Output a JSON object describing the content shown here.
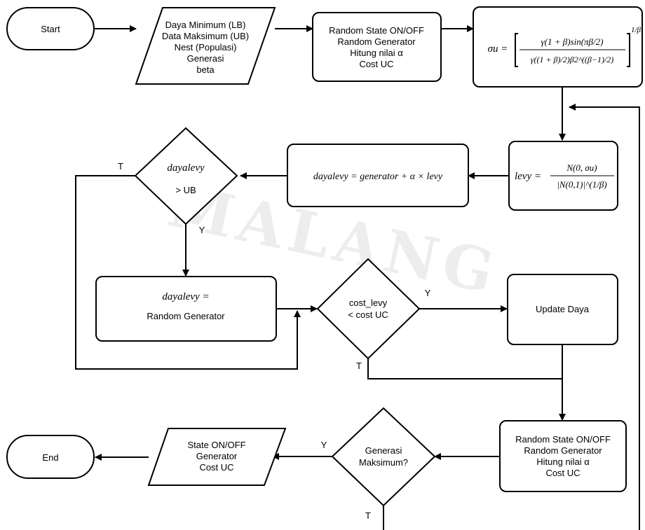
{
  "watermark": "MALANG",
  "nodes": {
    "start": "Start",
    "end": "End",
    "input": [
      "Daya Minimum (LB)",
      "Data Maksimum (UB)",
      "Nest (Populasi)",
      "Generasi",
      "beta"
    ],
    "init": [
      "Random State ON/OFF",
      "Random Generator",
      "Hitung nilai α",
      "Cost UC"
    ],
    "sigma": {
      "lhs": "σu =",
      "numerator": "γ(1 + β)sin(πβ/2)",
      "denominator": "γ((1 + β)/2)β2^((β−1)/2)",
      "exponent": "1/β"
    },
    "levy": {
      "lhs": "levy =",
      "numerator": "N(0, σu)",
      "denominator": "|N(0,1)|^(1/β)"
    },
    "update_daya_levy": "dayalevy = generator + α × levy",
    "decision_ub": {
      "line1": "dayalevy",
      "line2": "> UB"
    },
    "random_gen": {
      "line1": "dayalevy =",
      "line2": "Random Generator"
    },
    "decision_cost": [
      "cost_levy",
      "< cost UC"
    ],
    "update_daya": "Update Daya",
    "recompute": [
      "Random State ON/OFF",
      "Random Generator",
      "Hitung nilai α",
      "Cost UC"
    ],
    "decision_gen": [
      "Generasi",
      "Maksimum?"
    ],
    "output": [
      "State ON/OFF",
      "Generator",
      "Cost UC"
    ]
  },
  "edge_labels": {
    "ub_true": "T",
    "ub_yes": "Y",
    "cost_yes": "Y",
    "cost_true": "T",
    "gen_yes": "Y",
    "gen_true": "T"
  }
}
